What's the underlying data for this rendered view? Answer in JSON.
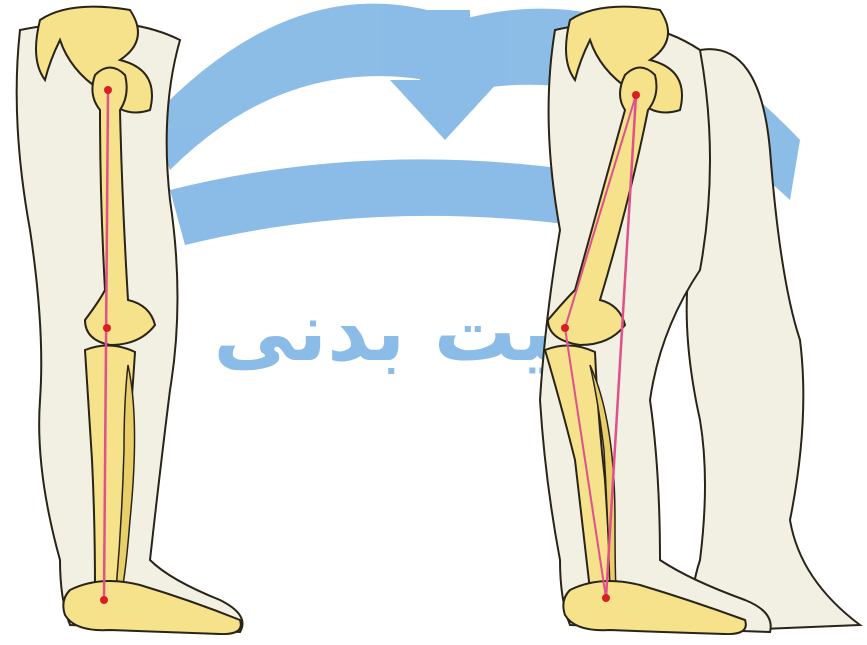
{
  "watermark": {
    "text": "تربیت بدنی",
    "color": "#2e86d4"
  },
  "figures": [
    {
      "name": "leg-aligned",
      "bone_color": "#f5e28a",
      "skin_color": "#f2f0e2",
      "axis_color": "#e0508a",
      "joint_color": "#d81f26"
    },
    {
      "name": "leg-bent",
      "bone_color": "#f5e28a",
      "skin_color": "#f2f0e2",
      "axis_color": "#e0508a",
      "joint_color": "#d81f26"
    }
  ],
  "colors": {
    "outline": "#2a2418",
    "background": "#ffffff"
  }
}
